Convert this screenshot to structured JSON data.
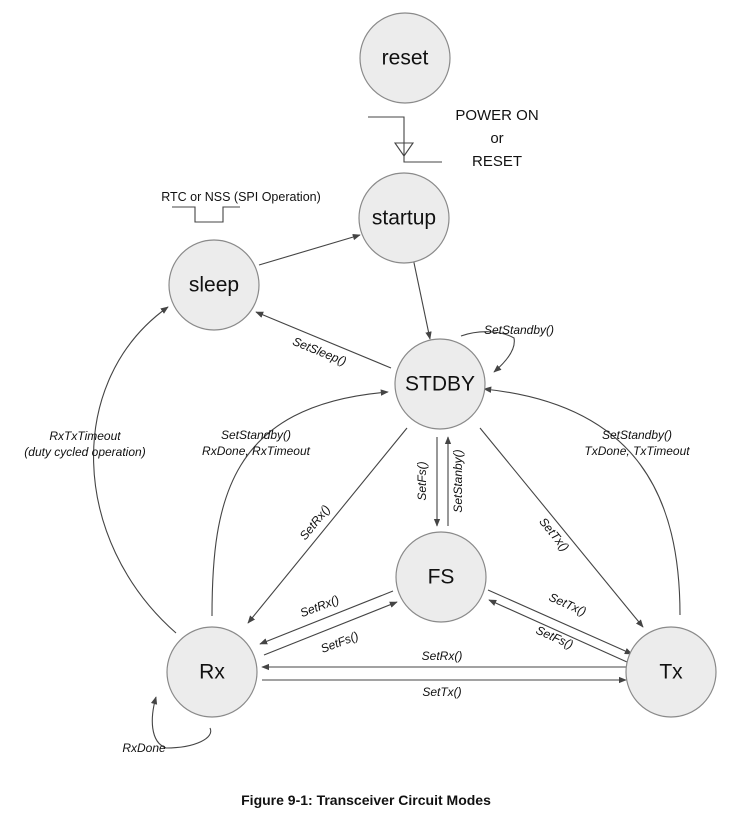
{
  "states": {
    "reset": "reset",
    "startup": "startup",
    "sleep": "sleep",
    "stdby": "STDBY",
    "fs": "FS",
    "rx": "Rx",
    "tx": "Tx"
  },
  "power_on": [
    "POWER ON",
    "or",
    "RESET"
  ],
  "sleep_wake_label": "RTC or NSS (SPI Operation)",
  "transitions": {
    "set_sleep": "SetSleep()",
    "set_standby_self": "SetStandby()",
    "rx_to_stdby": [
      "SetStandby()",
      "RxDone, RxTimeout"
    ],
    "tx_to_stdby": [
      "SetStandby()",
      "TxDone, TxTimeout"
    ],
    "rx_to_sleep": [
      "RxTxTimeout",
      "(duty cycled operation)"
    ],
    "stdby_to_rx": "SetRx()",
    "stdby_to_tx": "SetTx()",
    "stdby_to_fs": "SetFs()",
    "fs_to_stdby": "SetStanby()",
    "fs_to_rx": "SetRx()",
    "rx_to_fs": "SetFs()",
    "fs_to_tx": "SetTx()",
    "tx_to_fs": "SetFs()",
    "tx_to_rx": "SetRx()",
    "rx_to_tx": "SetTx()",
    "rx_self": "RxDone"
  },
  "caption": "Figure 9-1: Transceiver Circuit Modes"
}
